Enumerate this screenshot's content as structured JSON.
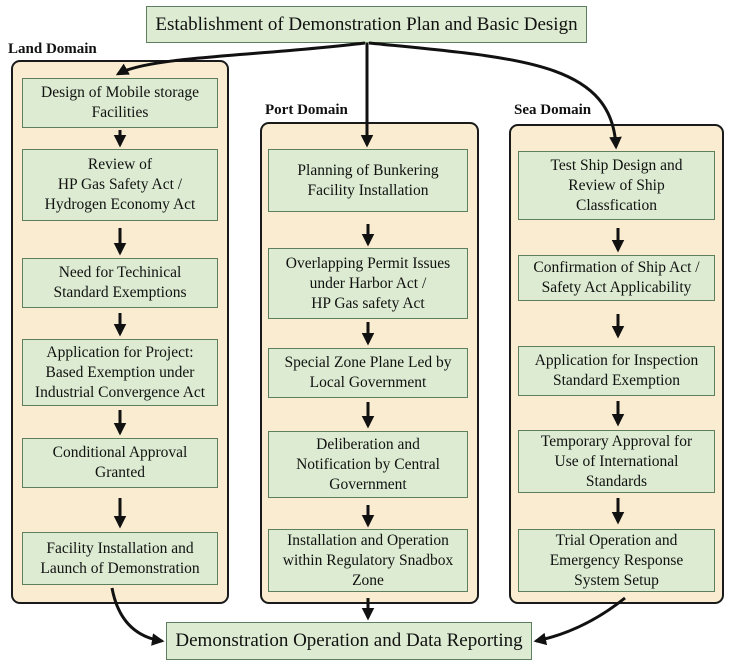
{
  "top": "Establishment of Demonstration Plan and Basic Design",
  "bottom": "Demonstration Operation and Data Reporting",
  "domains": {
    "land": {
      "label": "Land Domain",
      "steps": [
        "Design of Mobile storage\nFacilities",
        "Review of\nHP Gas Safety Act /\nHydrogen Economy Act",
        "Need for Techinical\nStandard Exemptions",
        "Application for Project:\nBased Exemption under\nIndustrial Convergence Act",
        "Conditional Approval\nGranted",
        "Facility Installation and\nLaunch of Demonstration"
      ]
    },
    "port": {
      "label": "Port Domain",
      "steps": [
        "Planning of Bunkering\nFacility Installation",
        "Overlapping Permit Issues\nunder Harbor Act /\nHP Gas safety Act",
        "Special Zone Plane Led by\nLocal Government",
        "Deliberation and\nNotification by Central\nGovernment",
        "Installation and Operation\nwithin Regulatory Snadbox\nZone"
      ]
    },
    "sea": {
      "label": "Sea Domain",
      "steps": [
        "Test Ship Design and\nReview of Ship\nClassfication",
        "Confirmation of Ship Act /\nSafety Act Applicability",
        "Application for Inspection\nStandard Exemption",
        "Temporary Approval for\nUse of International\nStandards",
        "Trial Operation and\nEmergency Response\nSystem Setup"
      ]
    }
  }
}
